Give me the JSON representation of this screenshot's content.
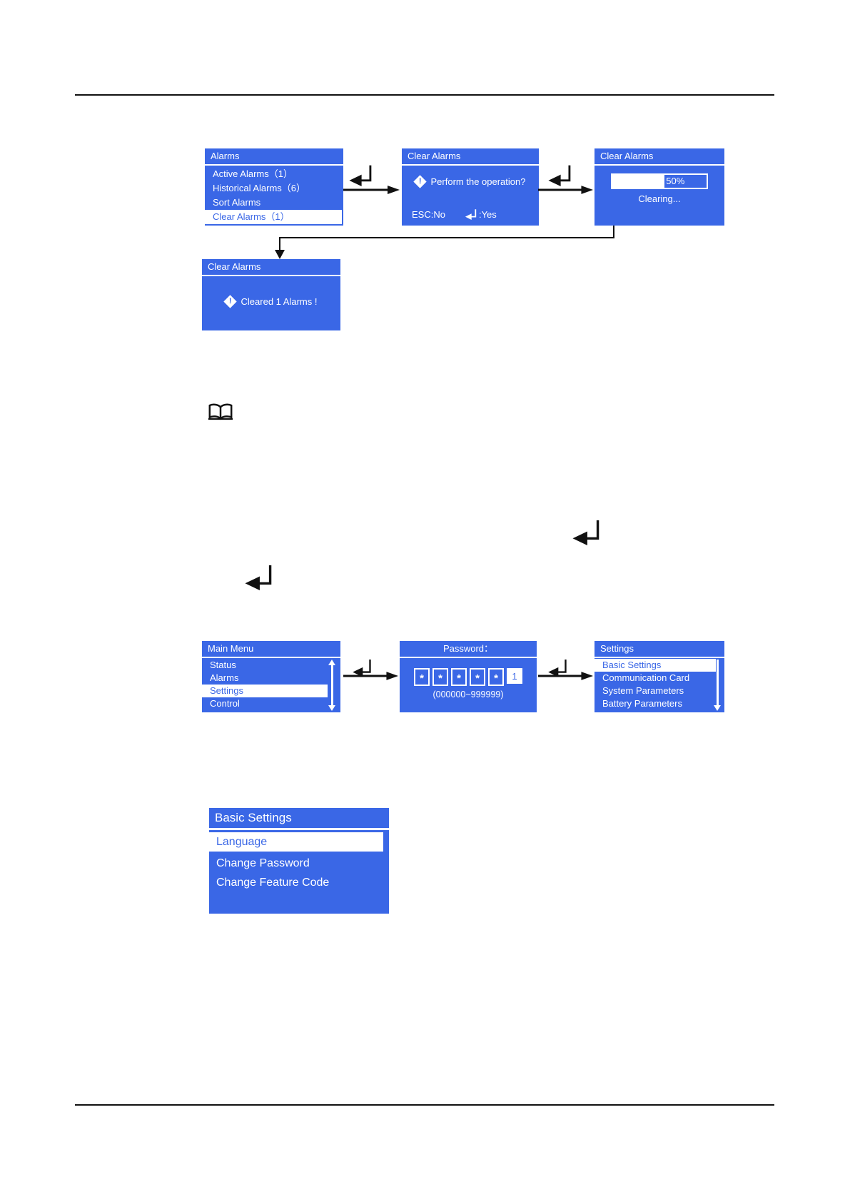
{
  "colors": {
    "screen_blue": "#3A67E6",
    "text_white": "#FFFFFF",
    "line_black": "#111111"
  },
  "flow1": {
    "alarms": {
      "title": "Alarms",
      "items": [
        {
          "label": "Active Alarms（1）",
          "selected": false
        },
        {
          "label": "Historical Alarms（6）",
          "selected": false
        },
        {
          "label": "Sort Alarms",
          "selected": false
        },
        {
          "label": "Clear Alarms（1）",
          "selected": true
        }
      ]
    },
    "confirm": {
      "title": "Clear Alarms",
      "warning_mark": "!",
      "message": "Perform the operation?",
      "esc_label": "ESC:No",
      "yes_label": ":Yes"
    },
    "progress": {
      "title": "Clear Alarms",
      "percent": "50%",
      "status": "Clearing..."
    },
    "done": {
      "title": "Clear Alarms",
      "warning_mark": "!",
      "message": "Cleared 1 Alarms !"
    }
  },
  "flow2": {
    "main_menu": {
      "title": "Main Menu",
      "items": [
        {
          "label": "Status",
          "selected": false
        },
        {
          "label": "Alarms",
          "selected": false
        },
        {
          "label": "Settings",
          "selected": true
        },
        {
          "label": "Control",
          "selected": false
        }
      ]
    },
    "password": {
      "title": "Password：",
      "masked_chars": [
        "*",
        "*",
        "*",
        "*",
        "*"
      ],
      "active_char": "1",
      "range_hint": "(000000~999999)"
    },
    "settings": {
      "title": "Settings",
      "items": [
        {
          "label": "Basic Settings",
          "selected": true
        },
        {
          "label": "Communication Card",
          "selected": false
        },
        {
          "label": "System Parameters",
          "selected": false
        },
        {
          "label": "Battery Parameters",
          "selected": false
        }
      ]
    }
  },
  "basic_settings": {
    "title": "Basic Settings",
    "items": [
      {
        "label": "Language",
        "selected": true
      },
      {
        "label": "Change Password",
        "selected": false
      },
      {
        "label": "Change Feature Code",
        "selected": false
      }
    ]
  }
}
